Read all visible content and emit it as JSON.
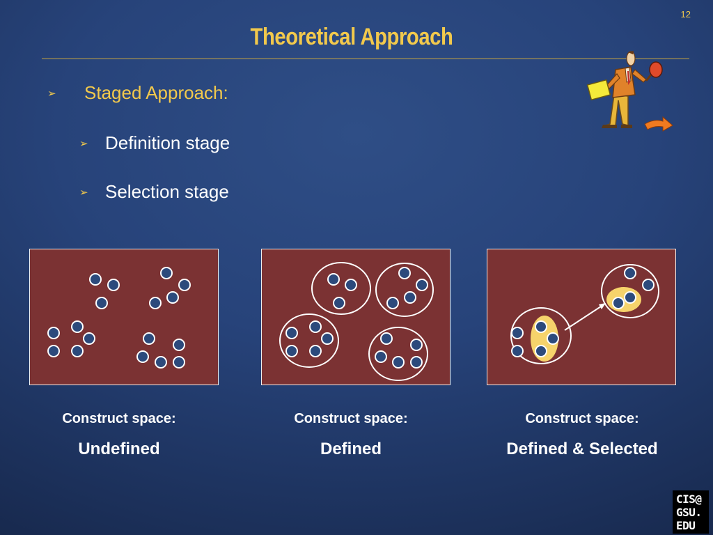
{
  "slide_number": "12",
  "title": "Theoretical Approach",
  "bullets": {
    "main": "Staged Approach:",
    "sub": [
      "Definition stage",
      "Selection stage"
    ]
  },
  "panels": [
    {
      "caption_top": "Construct space:",
      "caption_bottom": "Undefined"
    },
    {
      "caption_top": "Construct space:",
      "caption_bottom": "Defined"
    },
    {
      "caption_top": "Construct space:",
      "caption_bottom": "Defined & Selected"
    }
  ],
  "logo": {
    "line1": "CIS@",
    "line2": "GSU.",
    "line3": "EDU"
  },
  "colors": {
    "title": "#f2c94c",
    "panel_fill": "#7b3233",
    "dot_fill": "#2c4a7c",
    "selected_highlight": "#f6d36b"
  },
  "icons": {
    "bullet": "arrowhead-bullet-icon",
    "figure": "businessman-with-magnifier-icon"
  }
}
